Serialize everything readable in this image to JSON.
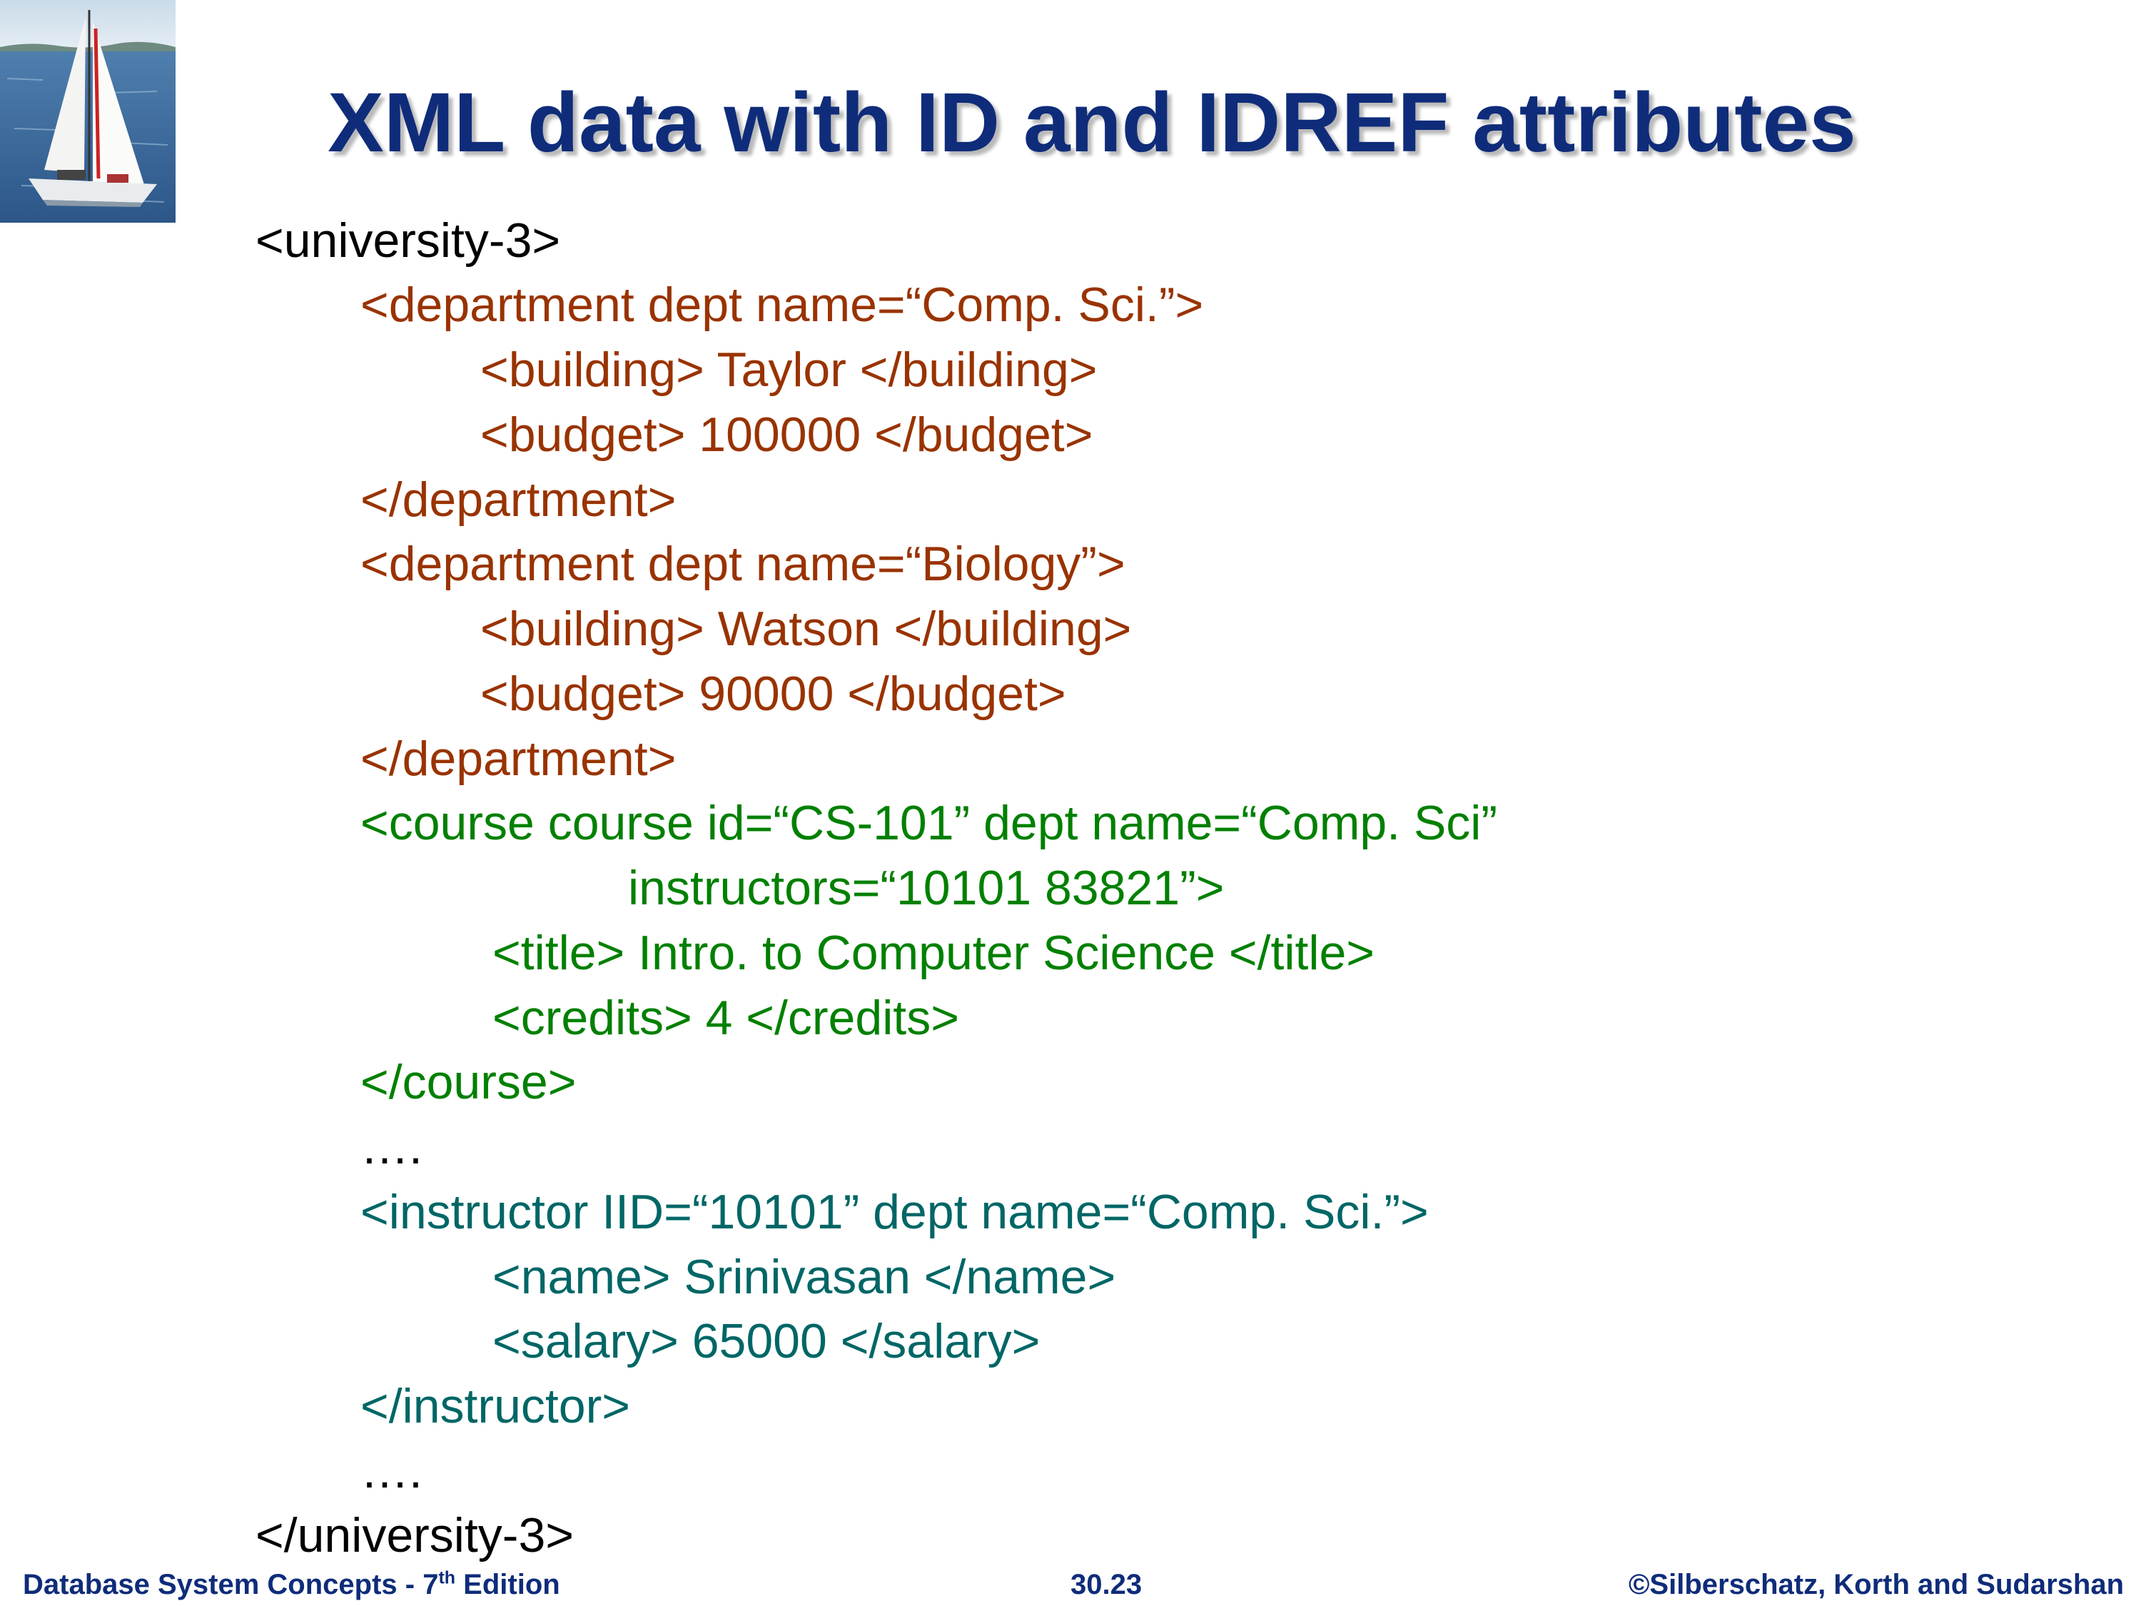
{
  "slide": {
    "title": "XML data with ID and IDREF attributes",
    "code_lines": [
      {
        "text": "<university-3>",
        "color": "black"
      },
      {
        "text": "<department dept name=“Comp. Sci.”>",
        "color": "brown"
      },
      {
        "text": "<building> Taylor </building>",
        "color": "brown"
      },
      {
        "text": "<budget> 100000 </budget>",
        "color": "brown"
      },
      {
        "text": "</department>",
        "color": "brown"
      },
      {
        "text": "<department dept name=“Biology”>",
        "color": "brown"
      },
      {
        "text": "<building> Watson </building>",
        "color": "brown"
      },
      {
        "text": "<budget> 90000 </budget>",
        "color": "brown"
      },
      {
        "text": "</department>",
        "color": "brown"
      },
      {
        "text": "<course course id=“CS-101” dept name=“Comp. Sci”",
        "color": "green"
      },
      {
        "text": "instructors=“10101 83821”>",
        "color": "green"
      },
      {
        "text": "<title> Intro. to Computer Science </title>",
        "color": "green"
      },
      {
        "text": "<credits> 4 </credits>",
        "color": "green"
      },
      {
        "text": "</course>",
        "color": "green"
      },
      {
        "text": "….",
        "color": "black"
      },
      {
        "text": "<instructor IID=“10101” dept name=“Comp. Sci.”>",
        "color": "teal"
      },
      {
        "text": "<name> Srinivasan </name>",
        "color": "teal"
      },
      {
        "text": "<salary> 65000 </salary>",
        "color": "teal"
      },
      {
        "text": "</instructor>",
        "color": "teal"
      },
      {
        "text": "….",
        "color": "black"
      },
      {
        "text": "</university-3>",
        "color": "black"
      }
    ]
  },
  "footer": {
    "left_prefix": "Database System Concepts - 7",
    "left_sup": "th",
    "left_suffix": " Edition",
    "page_number": "30.23",
    "copyright": "©Silberschatz, Korth and Sudarshan"
  },
  "colors": {
    "title": "#0f2c7a",
    "black": "#000000",
    "brown": "#993300",
    "green": "#008000",
    "teal": "#006666"
  },
  "icons": [
    "sailboat-logo-icon"
  ]
}
